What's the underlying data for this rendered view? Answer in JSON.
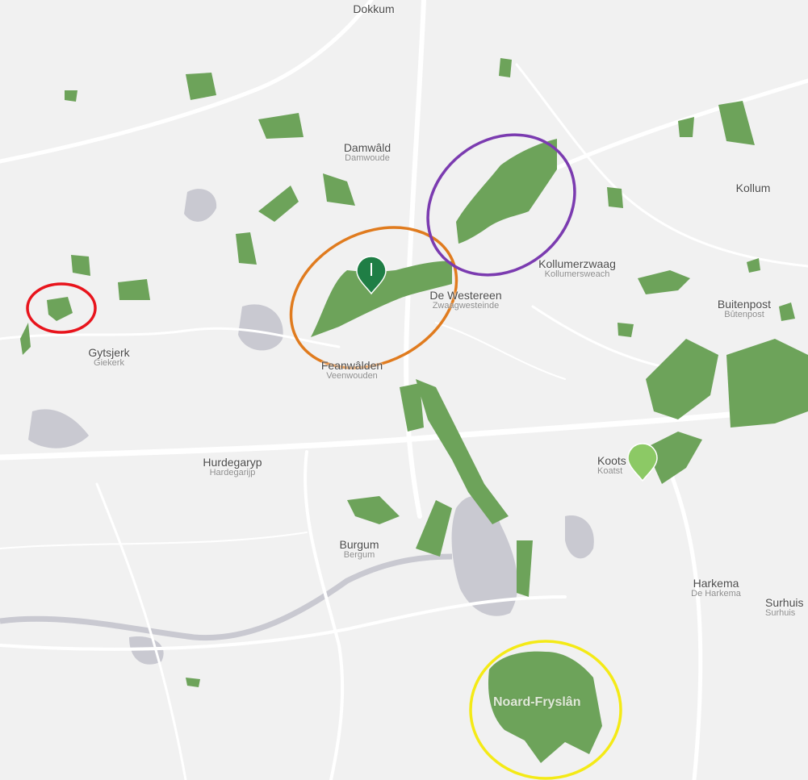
{
  "map": {
    "places": [
      {
        "id": "dokkum",
        "name": "Dokkum",
        "sub": ""
      },
      {
        "id": "damwald",
        "name": "Damwâld",
        "sub": "Damwoude"
      },
      {
        "id": "kollum",
        "name": "Kollum",
        "sub": ""
      },
      {
        "id": "kollumerzwaag",
        "name": "Kollumerzwaag",
        "sub": "Kollumersweach"
      },
      {
        "id": "dewestereen",
        "name": "De Westereen",
        "sub": "Zwaagwesteinde"
      },
      {
        "id": "buitenpost",
        "name": "Buitenpost",
        "sub": "Bûtenpost"
      },
      {
        "id": "gytsjerk",
        "name": "Gytsjerk",
        "sub": "Giekerk"
      },
      {
        "id": "feanwalden",
        "name": "Feanwâlden",
        "sub": "Veenwouden"
      },
      {
        "id": "hurdegaryp",
        "name": "Hurdegaryp",
        "sub": "Hardegarijp"
      },
      {
        "id": "kootstertille",
        "name": "Koots",
        "sub": "Koatst"
      },
      {
        "id": "burgum",
        "name": "Burgum",
        "sub": "Bergum"
      },
      {
        "id": "harkema",
        "name": "Harkema",
        "sub": "De Harkema"
      },
      {
        "id": "surhuis",
        "name": "Surhuis",
        "sub": "Surhuis"
      }
    ],
    "area_label": "Noard-Fryslân",
    "highlight_colors": {
      "red": "#e8141c",
      "orange": "#e07b1e",
      "purple": "#7b3bb0",
      "yellow": "#f4ea16"
    },
    "colors": {
      "green_area": "#6da35a",
      "water": "#c9c9d1",
      "road": "#ffffff",
      "background": "#f1f1f1",
      "marker_dark": "#1f7e45",
      "marker_light": "#8cc965"
    },
    "markers": [
      {
        "id": "marker-dark",
        "icon": "map-pin-icon"
      },
      {
        "id": "marker-light",
        "icon": "map-pin-icon"
      }
    ]
  }
}
